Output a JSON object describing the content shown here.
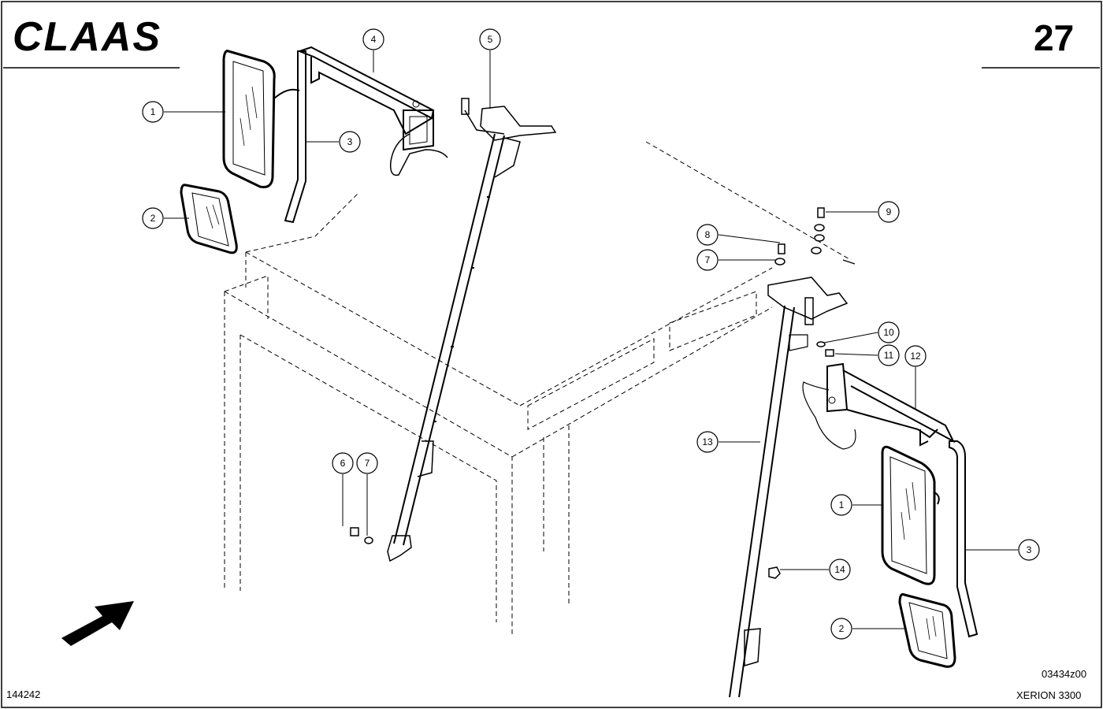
{
  "header": {
    "logo_text": "CLAAS",
    "page_number": "27"
  },
  "footer": {
    "left_code": "144242",
    "drawing_code": "03434z00",
    "model": "XERION 3300"
  },
  "callouts": [
    {
      "id": "c1a",
      "text": "1"
    },
    {
      "id": "c2a",
      "text": "2"
    },
    {
      "id": "c3a",
      "text": "3"
    },
    {
      "id": "c4",
      "text": "4"
    },
    {
      "id": "c5",
      "text": "5"
    },
    {
      "id": "c6",
      "text": "6"
    },
    {
      "id": "c7a",
      "text": "7"
    },
    {
      "id": "c8",
      "text": "8"
    },
    {
      "id": "c7b",
      "text": "7"
    },
    {
      "id": "c9",
      "text": "9"
    },
    {
      "id": "c10",
      "text": "10"
    },
    {
      "id": "c11",
      "text": "11"
    },
    {
      "id": "c12",
      "text": "12"
    },
    {
      "id": "c13",
      "text": "13"
    },
    {
      "id": "c1b",
      "text": "1"
    },
    {
      "id": "c3b",
      "text": "3"
    },
    {
      "id": "c14",
      "text": "14"
    },
    {
      "id": "c2b",
      "text": "2"
    }
  ]
}
